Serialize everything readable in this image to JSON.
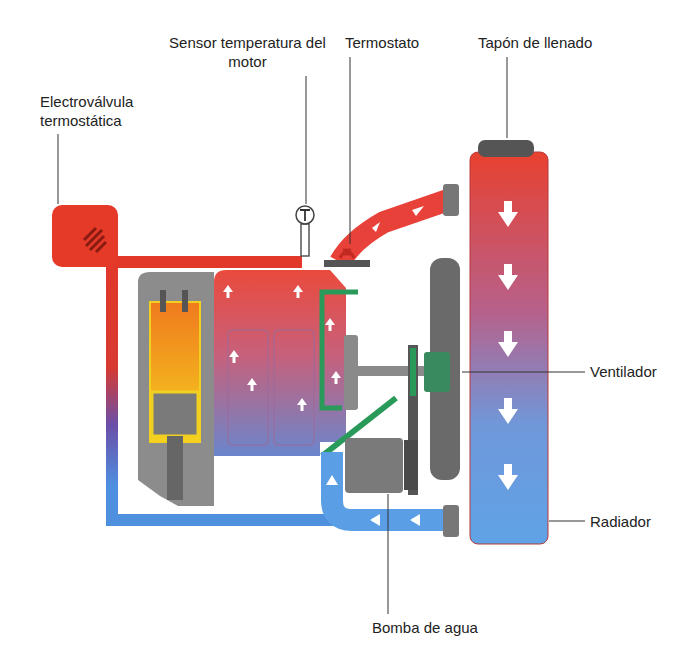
{
  "diagram": {
    "labels": [
      "Sensor temperatura del motor",
      "Termostato",
      "Tapón de llenado",
      "Electroválvula termostática",
      "Ventilador",
      "Radiador",
      "Bomba de agua"
    ]
  }
}
